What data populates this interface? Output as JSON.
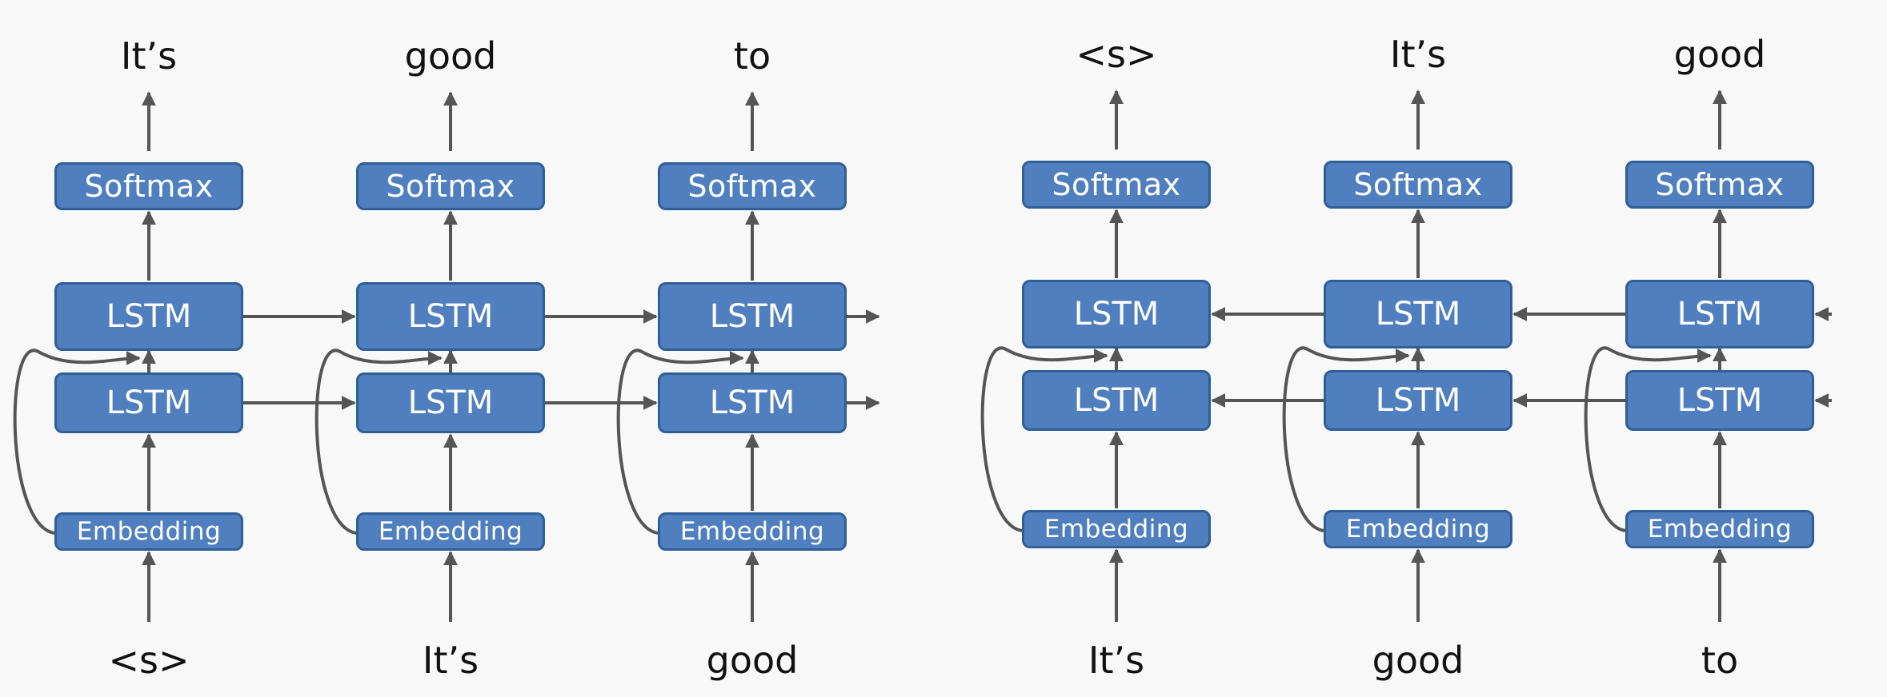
{
  "forward_model": {
    "steps": [
      {
        "output": "It’s",
        "softmax": "Softmax",
        "lstm_top": "LSTM",
        "lstm_bottom": "LSTM",
        "embedding": "Embedding",
        "input": "<s>"
      },
      {
        "output": "good",
        "softmax": "Softmax",
        "lstm_top": "LSTM",
        "lstm_bottom": "LSTM",
        "embedding": "Embedding",
        "input": "It’s"
      },
      {
        "output": "to",
        "softmax": "Softmax",
        "lstm_top": "LSTM",
        "lstm_bottom": "LSTM",
        "embedding": "Embedding",
        "input": "good"
      }
    ]
  },
  "backward_model": {
    "steps": [
      {
        "output": "<s>",
        "softmax": "Softmax",
        "lstm_top": "LSTM",
        "lstm_bottom": "LSTM",
        "embedding": "Embedding",
        "input": "It’s"
      },
      {
        "output": "It’s",
        "softmax": "Softmax",
        "lstm_top": "LSTM",
        "lstm_bottom": "LSTM",
        "embedding": "Embedding",
        "input": "good"
      },
      {
        "output": "good",
        "softmax": "Softmax",
        "lstm_top": "LSTM",
        "lstm_bottom": "LSTM",
        "embedding": "Embedding",
        "input": "to"
      }
    ]
  },
  "colors": {
    "box_fill": "#4f7fbe",
    "box_border": "#2f5f96",
    "arrow": "#555555",
    "text": "#111111"
  }
}
